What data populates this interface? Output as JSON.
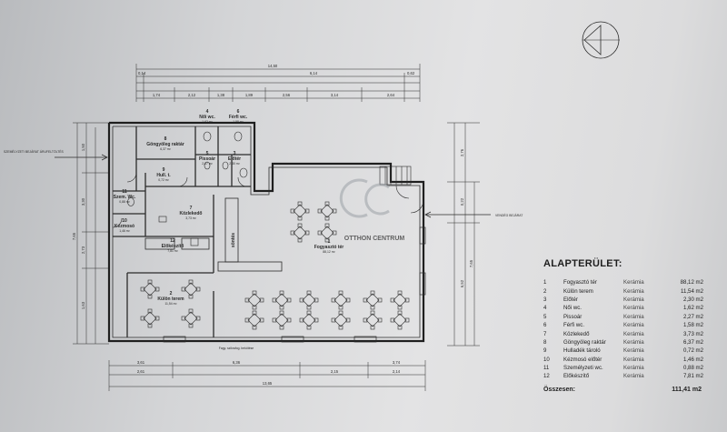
{
  "dims": {
    "top_total": "14,50",
    "top_row2": [
      "0,14",
      "6,14",
      "0,62"
    ],
    "top_row3": [
      "1,74",
      "2,12",
      "1,38",
      "1,89",
      "2,56",
      "3,14",
      "2,64"
    ],
    "bottom_row1": [
      "3,61",
      "6,36",
      "3,74"
    ],
    "bottom_row2": [
      "2,61",
      "2,15",
      "2,14"
    ],
    "bottom_total": "13,65",
    "right_stack": [
      "2,76",
      "0,22",
      "6,52",
      "7,65"
    ],
    "left_stack": [
      "1,50",
      "3,30",
      "2,73",
      "1,63",
      "7,65"
    ]
  },
  "entrances": {
    "staff": "SZEMÉLYZETI BEJÁRAT ÁRUFELTÖLTÉS",
    "guest": "VENDÉG BEJÁRAT"
  },
  "rooms": [
    {
      "num": "8",
      "name": "Göngyöleg raktár",
      "area": "6,37 m²"
    },
    {
      "num": "5",
      "name": "Pissoár",
      "area": "2,27 m²"
    },
    {
      "num": "3",
      "name": "Előtér",
      "area": "2,30 m²"
    },
    {
      "num": "9",
      "name": "Hull. t.",
      "area": "0,72 m²"
    },
    {
      "num": "7",
      "name": "Közlekedő",
      "area": "3,73 m²"
    },
    {
      "num": "12",
      "name": "Előkészítő",
      "area": "7,81 m²"
    },
    {
      "num": "1",
      "name": "Fogyasztó tér",
      "area": "88,12 m²"
    },
    {
      "num": "2",
      "name": "Külön terem",
      "area": "11,54 m²"
    },
    {
      "num": "11",
      "name": "Szem. Wc.",
      "area": "0,88 m²"
    },
    {
      "num": "10",
      "name": "Kézmosó",
      "area": "1,46 m²"
    },
    {
      "num": "4",
      "name": "Női wc.",
      "area": "1,62 m²"
    },
    {
      "num": "6",
      "name": "Férfi wc.",
      "area": "1,58 m²"
    }
  ],
  "labels": {
    "counter": "söntés",
    "note": "Fagy. szikrafog. bekötése"
  },
  "legend": {
    "title": "ALAPTERÜLET:",
    "rows": [
      {
        "n": "1",
        "name": "Fogyasztó tér",
        "mat": "Kerámia",
        "area": "88,12 m2"
      },
      {
        "n": "2",
        "name": "Külön terem",
        "mat": "Kerámia",
        "area": "11,54 m2"
      },
      {
        "n": "3",
        "name": "Előtér",
        "mat": "Kerámia",
        "area": "2,30 m2"
      },
      {
        "n": "4",
        "name": "Női wc.",
        "mat": "Kerámia",
        "area": "1,62 m2"
      },
      {
        "n": "5",
        "name": "Pissoár",
        "mat": "Kerámia",
        "area": "2,27 m2"
      },
      {
        "n": "6",
        "name": "Férfi wc.",
        "mat": "Kerámia",
        "area": "1,58 m2"
      },
      {
        "n": "7",
        "name": "Közlekedő",
        "mat": "Kerámia",
        "area": "3,73 m2"
      },
      {
        "n": "8",
        "name": "Göngyöleg raktár",
        "mat": "Kerámia",
        "area": "6,37 m2"
      },
      {
        "n": "9",
        "name": "Hulladék tároló",
        "mat": "Kerámia",
        "area": "0,72 m2"
      },
      {
        "n": "10",
        "name": "Kézmosó előtér",
        "mat": "Kerámia",
        "area": "1,46 m2"
      },
      {
        "n": "11",
        "name": "Személyzeti wc.",
        "mat": "Kerámia",
        "area": "0,88 m2"
      },
      {
        "n": "12",
        "name": "Előkészítő",
        "mat": "Kerámia",
        "area": "7,81 m2"
      }
    ],
    "total_label": "Összesen:",
    "total_value": "111,41 m2"
  },
  "watermark": "OTTHON CENTRUM"
}
